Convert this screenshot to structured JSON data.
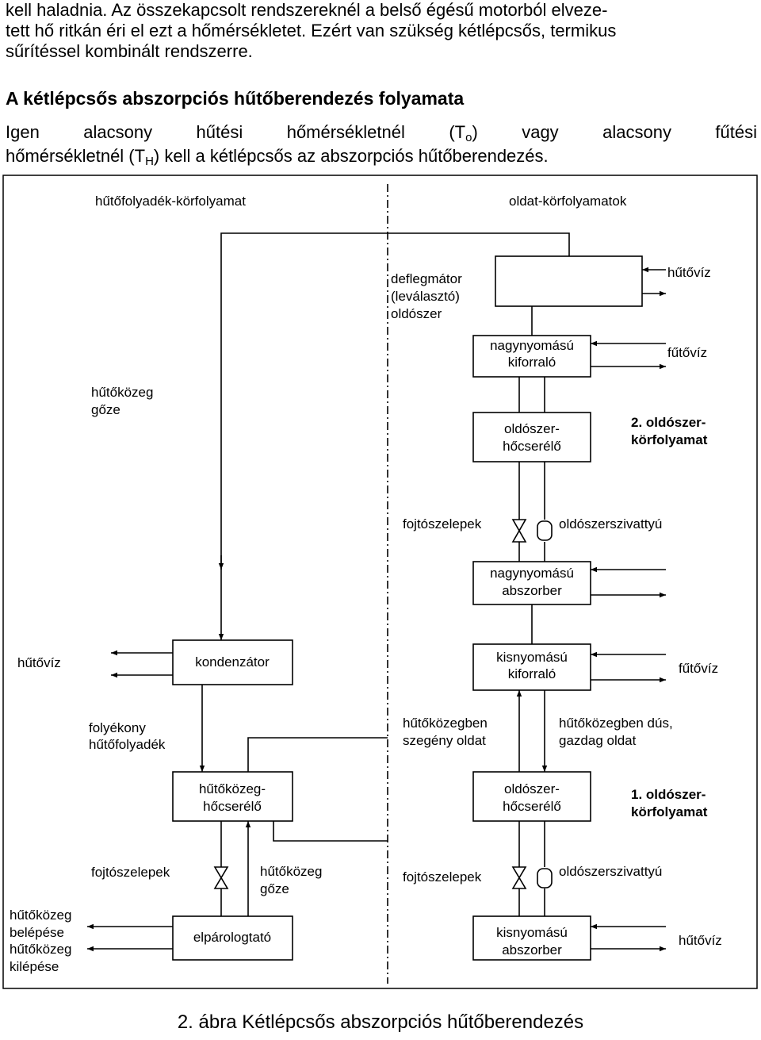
{
  "intro": {
    "line1": "kell haladnia. Az összekapcsolt rendszereknél a belső égésű motorból elveze-",
    "line2": "tett hő ritkán éri el ezt a hőmérsékletet. Ezért van szükség kétlépcsős, termikus",
    "line3": "sűrítéssel kombinált rendszerre."
  },
  "heading": "A kétlépcsős abszorpciós hűtőberendezés folyamata",
  "paragraph": {
    "w1": "Igen",
    "w2": "alacsony",
    "w3": "hűtési",
    "w4": "hőmérsékletnél",
    "t0_pre": "(T",
    "t0_sub": "o",
    "t0_post": ")",
    "w5": "vagy",
    "w6": "alacsony",
    "w7": "fűtési",
    "line2_a": "hőmérsékletnél (T",
    "line2_sub": "H",
    "line2_b": ") kell a kétlépcsős az abszorpciós hűtőberendezés."
  },
  "diagram": {
    "left_header": "hűtőfolyadék-körfolyamat",
    "right_header": "oldat-körfolyamatok",
    "deflegmator": [
      "deflegmátor",
      "(leválasztó)",
      "oldószer"
    ],
    "hutoviz": "hűtővíz",
    "futoviz": "fűtővíz",
    "hp_boiler": [
      "nagynyomású",
      "kiforraló"
    ],
    "refrigerant_vapor": [
      "hűtőközeg",
      "gőze"
    ],
    "solvent_hx": [
      "oldószer-",
      "hőcserélő"
    ],
    "circuit2": [
      "2. oldószer-",
      "körfolyamat"
    ],
    "throttle_valves": "fojtószelepek",
    "solvent_pump": "oldószerszivattyú",
    "hp_absorber": [
      "nagynyomású",
      "abszorber"
    ],
    "condenser": "kondenzátor",
    "lp_boiler": [
      "kisnyomású",
      "kiforraló"
    ],
    "liquid_refrigerant": [
      "folyékony",
      "hűtőfolyadék"
    ],
    "poor_solution": [
      "hűtőközegben",
      "szegény oldat"
    ],
    "rich_solution": [
      "hűtőközegben dús,",
      "gazdag oldat"
    ],
    "refrigerant_hx": [
      "hűtőközeg-",
      "hőcserélő"
    ],
    "circuit1": [
      "1. oldószer-",
      "körfolyamat"
    ],
    "refrigerant_in_out": [
      "hűtőközeg",
      "belépése",
      "hűtőközeg",
      "kilépése"
    ],
    "evaporator": "elpárologtató",
    "lp_absorber": [
      "kisnyomású",
      "abszorber"
    ]
  },
  "caption": "2. ábra Kétlépcsős abszorpciós hűtőberendezés"
}
